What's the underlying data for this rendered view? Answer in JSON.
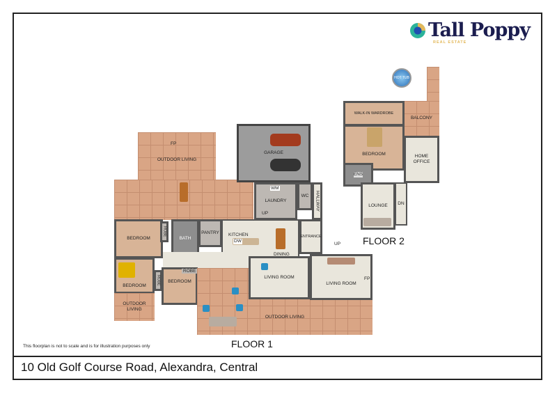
{
  "brand": {
    "name": "Tall Poppy",
    "tagline": "REAL ESTATE",
    "colors": {
      "navy": "#1b1d4f",
      "gold": "#e3b85a",
      "teal": "#2bb39a",
      "blue": "#1e4fb0"
    }
  },
  "address": "10 Old Golf Course Road, Alexandra, Central",
  "disclaimer": "This floorplan is not to scale and is for illustration purposes only",
  "floor1": {
    "title": "FLOOR 1",
    "rooms": {
      "outdoor_living_top": "OUTDOOR LIVING",
      "fp_top": "FP",
      "garage": "GARAGE",
      "wm": "WM",
      "wc": "WC",
      "laundry": "LAUNDRY",
      "hallway": "HALLWAY",
      "up1": "UP",
      "bedroom1": "BEDROOM",
      "robe1": "ROBE",
      "bath": "BATH",
      "pantry": "PANTRY",
      "kitchen": "KITCHEN",
      "dw": "DW",
      "dining": "DINING",
      "entrance": "ENTRANCE",
      "up2": "UP",
      "bedroom2": "BEDROOM",
      "robe2": "ROBE",
      "bedroom3": "BEDROOM",
      "robe3": "ROBE",
      "outdoor_living_left": "OUTDOOR LIVING",
      "living_room1": "LIVING ROOM",
      "living_room2": "LIVING ROOM",
      "fp_living": "FP",
      "outdoor_living_bottom": "OUTDOOR LIVING"
    }
  },
  "floor2": {
    "title": "FLOOR 2",
    "rooms": {
      "hot_tub": "HOT TUB",
      "walk_in_wardrobe": "WALK-IN WARDROBE",
      "balcony": "BALCONY",
      "bedroom": "BEDROOM",
      "home_office": "HOME OFFICE",
      "ens": "ENS",
      "lounge": "LOUNGE",
      "dn": "DN"
    }
  }
}
